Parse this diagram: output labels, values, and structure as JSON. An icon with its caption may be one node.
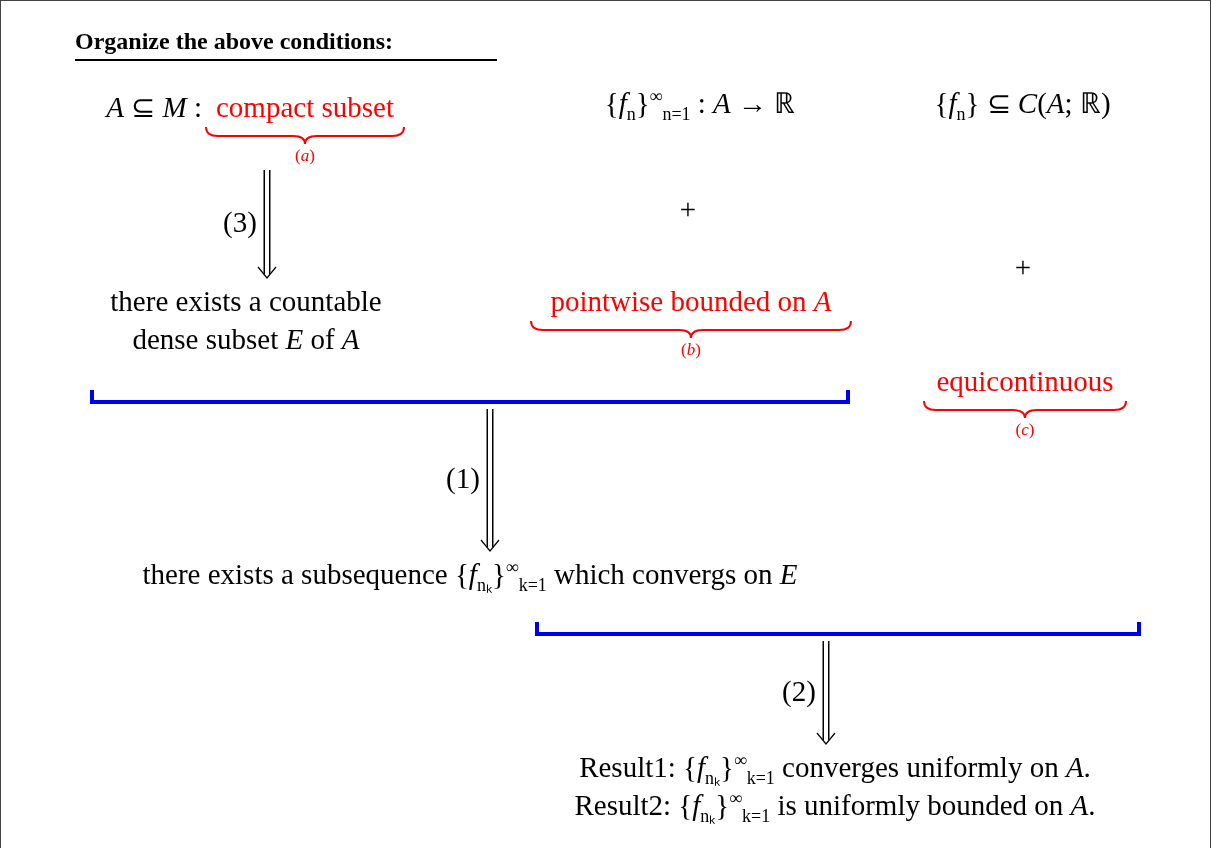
{
  "diagram": {
    "title": "Organize the above conditions:",
    "nodes": [
      {
        "text": [
          "compact subset",
          "(*a*)"
        ]
      },
      {
        "text": [
          "there exists a countable dense subset *E* of *A*"
        ]
      },
      {
        "text": [
          "pointwise bounded on *A*",
          "(*b*)"
        ]
      },
      {
        "text": [],
        "shape": "bracket"
      },
      {
        "text": [
          "equicontinuous",
          "(*c*)"
        ]
      },
      {
        "text": [
          "there exists a subsequence {*f*$_{nₖ}$}$^{∞}$$_{k=1}$ which convergs on *E*"
        ]
      },
      {
        "text": [],
        "shape": "bracket"
      },
      {
        "text": [
          "Result1: {*f*$_{nₖ}$}$^{∞}$$_{k=1}$ converges uniformly on *A*.",
          "Result2: {*f*$_{nₖ}$}$^{∞}$$_{k=1}$ is uniformly bounded on *A*."
        ]
      }
    ],
    "edges": [
      {
        "from": 0,
        "to": 1,
        "arrow": "to",
        "label": "(3)"
      },
      {
        "from": 3,
        "to": 5,
        "arrow": "to",
        "label": "(1)"
      },
      {
        "from": 6,
        "to": 7,
        "arrow": "to",
        "label": "(2)"
      }
    ],
    "labels": [
      "*A* ⊆ *M* :",
      "{*f*$_{n}$}$^{∞}$$_{n=1}$ : *A* → ℝ",
      "{*f*$_{n}$} ⊆ *C*(*A*; ℝ)",
      "+",
      "+"
    ]
  }
}
